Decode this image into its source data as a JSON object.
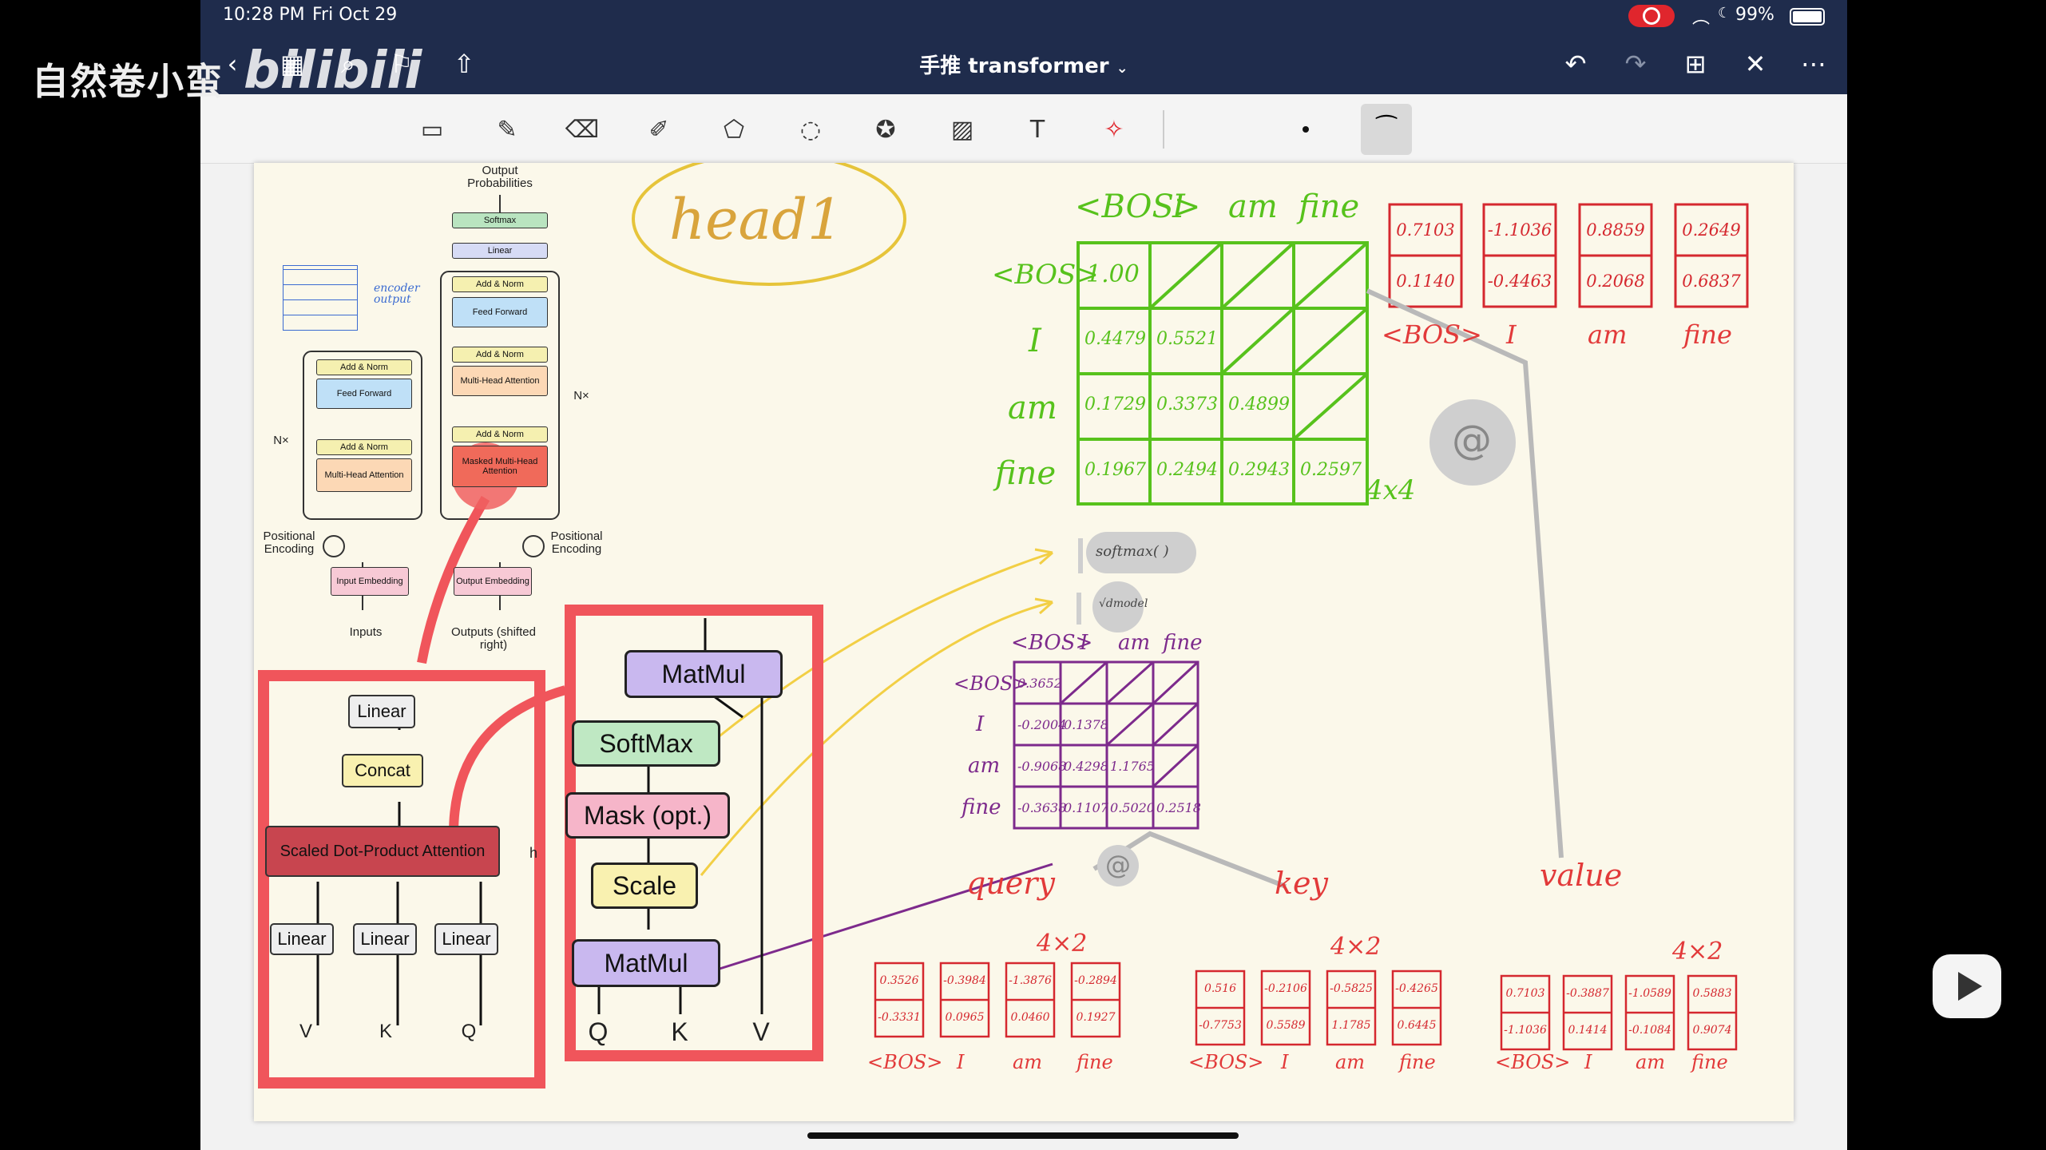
{
  "status": {
    "time": "10:28 PM",
    "date": "Fri Oct 29",
    "battery": "99%"
  },
  "document": {
    "title": "手推 transformer"
  },
  "overlay": {
    "watermark": "自然卷小蛮",
    "logo": "bilibili"
  },
  "toolbar": {
    "tools": [
      "page-layout-icon",
      "pen-icon",
      "eraser-icon",
      "highlighter-icon",
      "shapes-icon",
      "lasso-icon",
      "sticker-icon",
      "image-icon",
      "text-icon",
      "laser-pointer-icon"
    ],
    "selected_stroke": "curve"
  },
  "notes": {
    "title": "head1",
    "encoder_note": "encoder output",
    "attention_header": [
      "<BOS>",
      "I",
      "am",
      "fine"
    ],
    "attention_rows": [
      {
        "label": "<BOS>",
        "values": [
          "1.00"
        ]
      },
      {
        "label": "I",
        "values": [
          "0.4479",
          "0.5521"
        ]
      },
      {
        "label": "am",
        "values": [
          "0.1729",
          "0.3373",
          "0.4899"
        ]
      },
      {
        "label": "fine",
        "values": [
          "0.1967",
          "0.2494",
          "0.2943",
          "0.2597"
        ]
      }
    ],
    "attention_shape": "4x4",
    "value_cols": [
      {
        "label": "<BOS>",
        "values": [
          "0.7103",
          "0.1140"
        ]
      },
      {
        "label": "I",
        "values": [
          "-1.1036",
          "-0.4463"
        ]
      },
      {
        "label": "am",
        "values": [
          "0.8859",
          "0.2068"
        ]
      },
      {
        "label": "fine",
        "values": [
          "0.2649",
          "0.6837"
        ]
      }
    ],
    "at_symbol": "@",
    "softmax_note": "softmax( )",
    "sqrt_note": "√dmodel",
    "score_header": [
      "<BOS>",
      "I",
      "am",
      "fine"
    ],
    "score_rows": [
      {
        "label": "<BOS>",
        "values": [
          "0.3652"
        ]
      },
      {
        "label": "I",
        "values": [
          "-0.2004",
          "0.1378"
        ]
      },
      {
        "label": "am",
        "values": [
          "-0.9068",
          "0.4298",
          "1.1765"
        ]
      },
      {
        "label": "fine",
        "values": [
          "-0.3638",
          "0.1107",
          "0.5020",
          "0.2518"
        ]
      }
    ],
    "query_label": "query",
    "key_label": "key",
    "value_label": "value",
    "shape_4x2": "4×2",
    "query_vectors": [
      {
        "label": "<BOS>",
        "values": [
          "0.3526",
          "-0.3331"
        ]
      },
      {
        "label": "I",
        "values": [
          "-0.3984",
          "0.0965"
        ]
      },
      {
        "label": "am",
        "values": [
          "-1.3876",
          "0.0460"
        ]
      },
      {
        "label": "fine",
        "values": [
          "-0.2894",
          "0.1927"
        ]
      }
    ],
    "key_vectors": [
      {
        "label": "<BOS>",
        "values": [
          "0.516",
          "-0.7753"
        ]
      },
      {
        "label": "I",
        "values": [
          "-0.2106",
          "0.5589"
        ]
      },
      {
        "label": "am",
        "values": [
          "-0.5825",
          "1.1785"
        ]
      },
      {
        "label": "fine",
        "values": [
          "-0.4265",
          "0.6445"
        ]
      }
    ],
    "value_vectors": [
      {
        "label": "<BOS>",
        "values": [
          "0.7103",
          "-1.1036"
        ]
      },
      {
        "label": "I",
        "values": [
          "-0.3887",
          "0.1414"
        ]
      },
      {
        "label": "am",
        "values": [
          "-1.0589",
          "-0.1084"
        ]
      },
      {
        "label": "fine",
        "values": [
          "0.5883",
          "0.9074"
        ]
      }
    ]
  },
  "transformer": {
    "output_probs": "Output Probabilities",
    "softmax": "Softmax",
    "linear": "Linear",
    "add_norm": "Add & Norm",
    "feed_forward": "Feed Forward",
    "mha": "Multi-Head Attention",
    "masked_mha": "Masked Multi-Head Attention",
    "nx": "N×",
    "pos_enc": "Positional Encoding",
    "input_emb": "Input Embedding",
    "output_emb": "Output Embedding",
    "inputs": "Inputs",
    "outputs": "Outputs (shifted right)"
  },
  "multihead": {
    "linear": "Linear",
    "concat": "Concat",
    "sdpa": "Scaled Dot-Product Attention",
    "h": "h",
    "v": "V",
    "k": "K",
    "q": "Q"
  },
  "sdpa_diagram": {
    "matmul_top": "MatMul",
    "softmax": "SoftMax",
    "mask": "Mask (opt.)",
    "scale": "Scale",
    "matmul_bottom": "MatMul",
    "q": "Q",
    "k": "K",
    "v": "V"
  }
}
